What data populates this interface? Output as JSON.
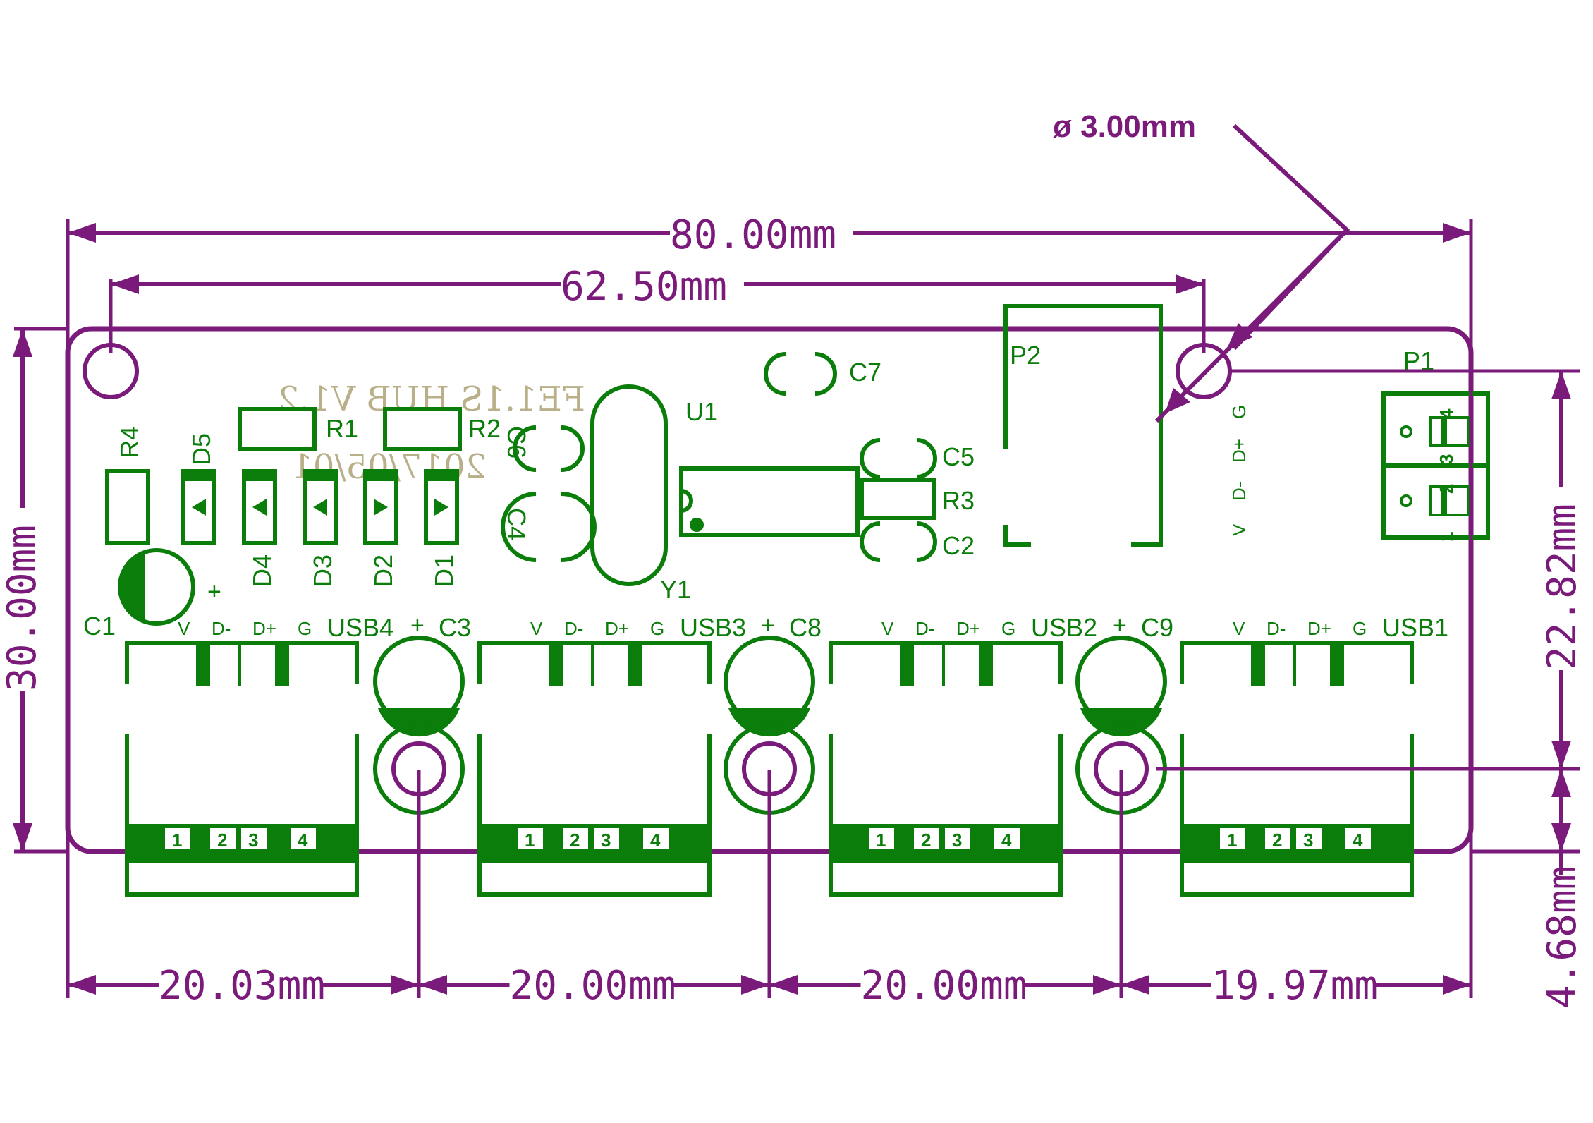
{
  "dimensions": {
    "overall_width": "80.00mm",
    "hole_spacing": "62.50mm",
    "hole_diameter": "ø 3.00mm",
    "overall_height": "30.00mm",
    "hole_to_port_vertical": "22.82mm",
    "port_to_edge": "4.68mm",
    "usb_pitch": [
      "20.03mm",
      "20.00mm",
      "20.00mm",
      "19.97mm"
    ]
  },
  "board": {
    "silkscreen_mirrored_text": [
      "FE1.1S HUB V1.2",
      "2017/05/01"
    ],
    "components": {
      "R1": "R1",
      "R2": "R2",
      "R3": "R3",
      "R4": "R4",
      "D1": "D1",
      "D2": "D2",
      "D3": "D3",
      "D4": "D4",
      "D5": "D5",
      "C1": "C1",
      "C2": "C2",
      "C3": "C3",
      "C4": "C4",
      "C5": "C5",
      "C6": "C6",
      "C7": "C7",
      "C8": "C8",
      "C9": "C9",
      "U1": "U1",
      "Y1": "Y1",
      "P1": "P1",
      "P2": "P2"
    },
    "usb_ports": [
      {
        "name": "USB4",
        "cap": "C3"
      },
      {
        "name": "USB3",
        "cap": "C8"
      },
      {
        "name": "USB2",
        "cap": "C9"
      },
      {
        "name": "USB1",
        "cap": ""
      }
    ],
    "usb_pin_labels": [
      "V",
      "D-",
      "D+",
      "G"
    ],
    "usb_pin_numbers": [
      "1",
      "2",
      "3",
      "4"
    ],
    "p2_pin_labels": [
      "V",
      "D-",
      "D+",
      "G"
    ],
    "p1_pin_numbers": [
      "1",
      "2",
      "3",
      "4"
    ],
    "polarity_mark": "+"
  },
  "colors": {
    "dimension": "#7a1a7a",
    "silkscreen": "#0a7d0a",
    "mirrored_text": "#b9b08a",
    "background": "#ffffff"
  }
}
